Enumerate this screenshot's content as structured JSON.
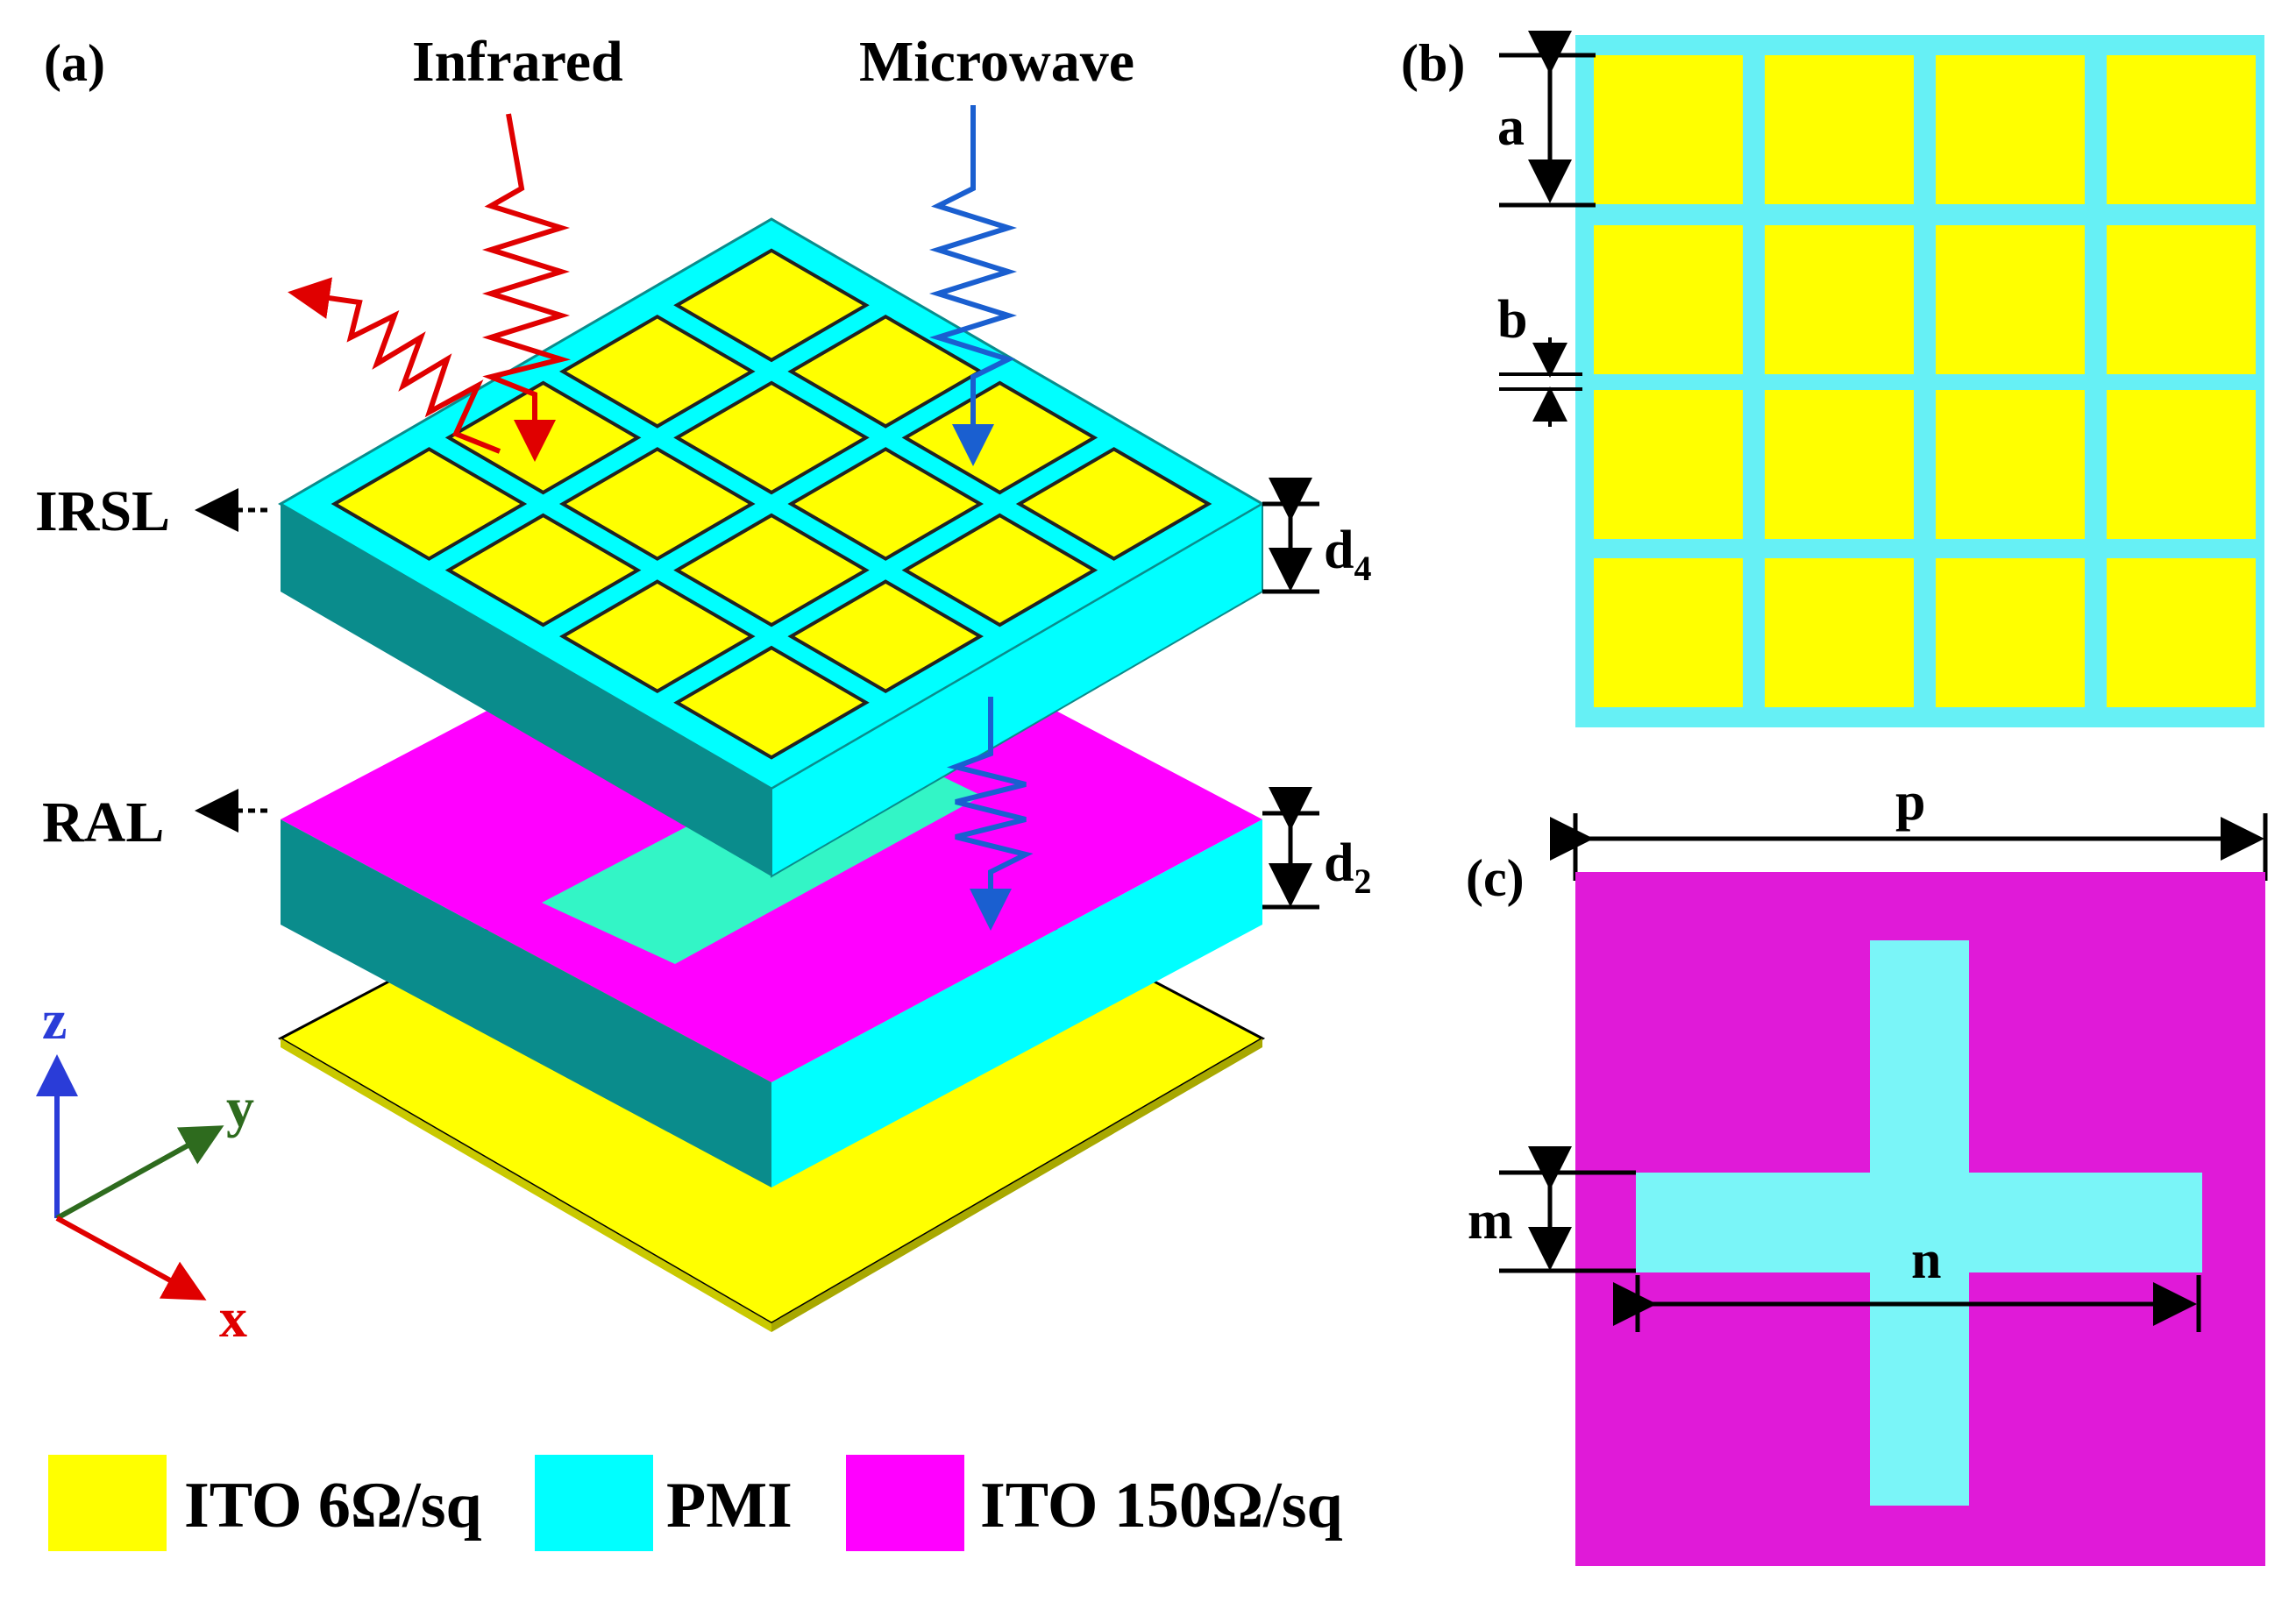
{
  "panels": {
    "a": "(a)",
    "b": "(b)",
    "c": "(c)"
  },
  "waves": {
    "infrared": "Infrared",
    "microwave": "Microwave"
  },
  "layers": {
    "irsl": "IRSL",
    "ral": "RAL"
  },
  "dimensions": {
    "d4_main": "d",
    "d4_sub": "4",
    "d2_main": "d",
    "d2_sub": "2",
    "a": "a",
    "b": "b",
    "p": "p",
    "m": "m",
    "n": "n"
  },
  "axes": {
    "z": "z",
    "y": "y",
    "x": "x"
  },
  "legend": [
    {
      "label": "ITO 6Ω/sq",
      "color": "#ffff00"
    },
    {
      "label": "PMI",
      "color": "#00ffff"
    },
    {
      "label": "ITO 150Ω/sq",
      "color": "#ff00ff"
    }
  ],
  "colors": {
    "ito_low": "#ffff00",
    "pmi": "#00ffff",
    "ito_high": "#ff00ff",
    "pmi_side": "#0a8c8c",
    "infrared": "#ff0000",
    "microwave": "#1a5fd0"
  }
}
